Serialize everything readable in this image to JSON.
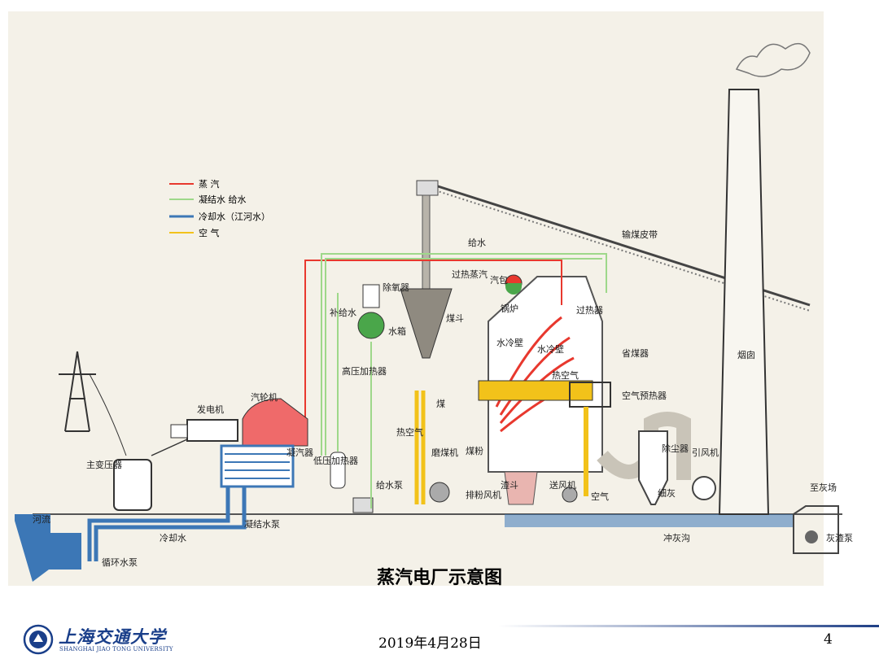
{
  "legend": [
    {
      "label": "蒸  汽",
      "color": "#e8382e"
    },
    {
      "label": "凝结水 给水",
      "color": "#9ed88a"
    },
    {
      "label": "冷却水（江河水）",
      "color": "#3c77b6"
    },
    {
      "label": "空  气",
      "color": "#f2c21a"
    }
  ],
  "labels": {
    "coal_belt": "输煤皮带",
    "feed_water": "给水",
    "superheated_steam": "过热蒸汽",
    "drum": "汽包",
    "boiler": "锅炉",
    "superheater": "过热器",
    "deaerator": "除氧器",
    "water_tank": "水箱",
    "makeup_water": "补给水",
    "coal_hopper": "煤斗",
    "water_wall_1": "水冷壁",
    "water_wall_2": "水冷壁",
    "economizer": "省煤器",
    "hot_air": "热空气",
    "air_preheater": "空气预热器",
    "chimney": "烟囱",
    "generator": "发电机",
    "turbine": "汽轮机",
    "condenser": "凝汽器",
    "hp_heater": "高压加热器",
    "lp_heater": "低压加热器",
    "feed_pump": "给水泵",
    "hot_air_2": "热空气",
    "coal": "煤",
    "mill": "磨煤机",
    "pulverized_coal": "煤粉",
    "exhaust_fan": "排粉风机",
    "slag_hopper": "渣斗",
    "forced_fan": "送风机",
    "air": "空气",
    "dust_collector": "除尘器",
    "fine_ash": "细灰",
    "induced_fan": "引风机",
    "to_ash_yard": "至灰场",
    "ash_pump": "灰渣泵",
    "ash_trench": "冲灰沟",
    "main_transformer": "主变压器",
    "river": "河流",
    "cooling_water": "冷却水",
    "circ_pump": "循环水泵",
    "condensate_pump": "凝结水泵"
  },
  "caption": "蒸汽电厂示意图",
  "footer": {
    "logo_cn": "上海交通大学",
    "logo_en": "SHANGHAI JIAO TONG UNIVERSITY",
    "date": "2019年4月28日",
    "page": "4"
  }
}
